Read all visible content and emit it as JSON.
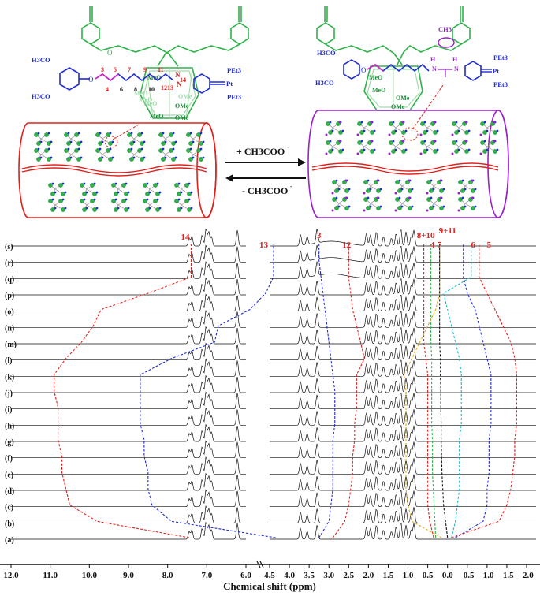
{
  "figure": {
    "left_structure": {
      "methoxy_labels": [
        "H3CO",
        "H3CO"
      ],
      "ome_labels": [
        "MeO",
        "MeO",
        "MeO",
        "OMe",
        "MeO",
        "OMe",
        "OMe",
        "MeO"
      ],
      "chain_numbers": [
        "3",
        "4",
        "5",
        "6",
        "7",
        "8",
        "9",
        "10",
        "11",
        "12",
        "13",
        "14"
      ],
      "atom_labels": [
        "O",
        "N",
        "N"
      ],
      "pt_labels": [
        "PEt3",
        "Pt",
        "PEt3"
      ]
    },
    "right_structure": {
      "methoxy_labels": [
        "H3CO",
        "H3CO"
      ],
      "ch3_label": "CH3",
      "ome_labels": [
        "MeO",
        "OMe",
        "MeO",
        "OMe"
      ],
      "atom_labels": [
        "O",
        "N",
        "H",
        "N",
        "H"
      ],
      "pt_labels": [
        "PEt3",
        "Pt",
        "PEt3"
      ]
    },
    "arrows": {
      "forward_label": "+ CH3COO",
      "forward_superscript": "-",
      "reverse_label": "- CH3COO",
      "reverse_superscript": "-"
    },
    "spectra": {
      "trace_labels": [
        "(s)",
        "(r)",
        "(q)",
        "(p)",
        "(o)",
        "(n)",
        "(m)",
        "(l)",
        "(k)",
        "(j)",
        "(i)",
        "(h)",
        "(g)",
        "(f)",
        "(e)",
        "(d)",
        "(c)",
        "(b)",
        "(a)"
      ],
      "peak_labels": {
        "p14": "14",
        "p13": "13",
        "p3": "3",
        "p12": "12",
        "p8_10": "8+10",
        "p4": "4",
        "p7": "7",
        "p9_11": "9+11",
        "p6": "6",
        "p5": "5"
      },
      "axis_ticks": [
        "12.0",
        "11.0",
        "10.0",
        "9.0",
        "8.0",
        "7.0",
        "6.0",
        "4.5",
        "4.0",
        "3.5",
        "3.0",
        "2.5",
        "2.0",
        "1.5",
        "1.0",
        "0.5",
        "0.0",
        "-0.5",
        "-1.0",
        "-1.5",
        "-2.0"
      ],
      "axis_title": "Chemical shift (ppm)"
    },
    "colors": {
      "green": "#2fb24a",
      "blue": "#1f2bd6",
      "red": "#e0201c",
      "purple": "#9a22c9",
      "magenta": "#e020c8",
      "gold": "#e0a820",
      "teal": "#18b8c8",
      "darkgreen": "#1f8a3a",
      "black": "#111111"
    }
  }
}
